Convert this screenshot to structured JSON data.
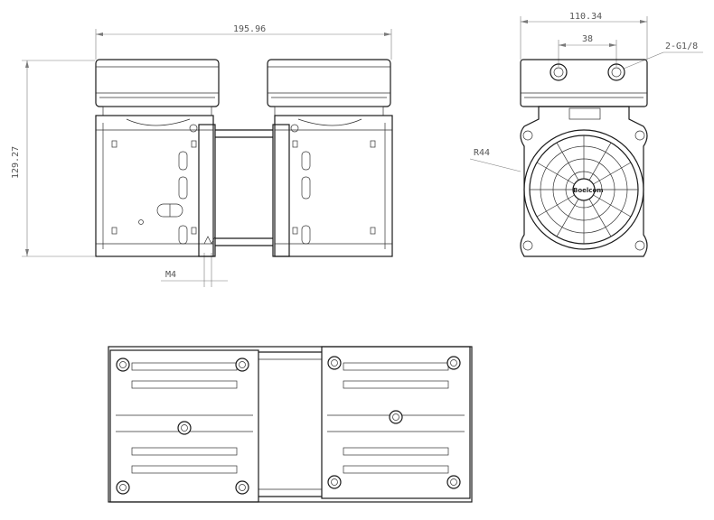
{
  "dimensions": {
    "front_width": "195.96",
    "front_height": "129.27",
    "thread": "M4",
    "side_width": "110.34",
    "port_spacing": "38",
    "ports": "2-G1/8",
    "fan_radius": "R44"
  },
  "fan_label": "Boelcom"
}
